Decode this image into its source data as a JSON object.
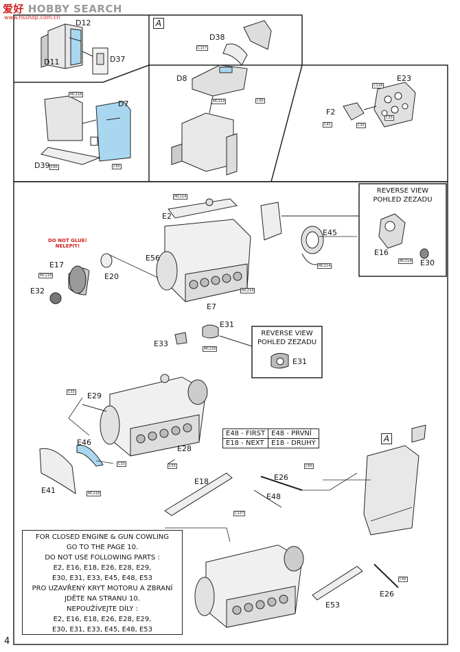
{
  "watermark": {
    "cn": "爱好",
    "en": "HOBBY SEARCH",
    "url": "www.hsshop.com.cn"
  },
  "page_number": "4",
  "step_marker": "A",
  "top_left": {
    "labels": [
      "D12",
      "D37",
      "D11"
    ]
  },
  "mid_left": {
    "labels": [
      "D7",
      "D39"
    ],
    "tags": [
      "MC218",
      "C60",
      "C60"
    ]
  },
  "step_a": {
    "labels": [
      "D38",
      "D8"
    ],
    "tags": [
      "C157",
      "MC214",
      "C60"
    ]
  },
  "top_right": {
    "labels": [
      "E23",
      "F2"
    ],
    "tags": [
      "C118",
      "C41",
      "C33",
      "C33"
    ]
  },
  "main": {
    "labels": {
      "e2": "E2",
      "e56": "E56",
      "e45": "E45",
      "e17": "E17",
      "e20": "E20",
      "e32": "E32",
      "e7": "E7",
      "e31": "E31",
      "e33": "E33",
      "e29": "E29",
      "e46": "E46",
      "e28": "E28",
      "e41": "E41",
      "e18": "E18",
      "e26a": "E26",
      "e48": "E48",
      "e26b": "E26",
      "e53": "E53",
      "e16": "E16",
      "e30": "E30"
    },
    "tags": {
      "mc214a": "MC214",
      "mc218a": "MC218",
      "mc214b": "MC214",
      "mc214c": "MC214",
      "mc214d": "MC214",
      "mc218b": "MC218",
      "c33a": "C33",
      "c33b": "C33",
      "c33c": "C33",
      "mc218c": "MC218",
      "c60a": "C60",
      "c137": "C137",
      "c60b": "C60"
    },
    "warning": [
      "DO NOT GLUE!",
      "NELEPIT!"
    ]
  },
  "reverse_view_1": {
    "line1": "REVERSE VIEW",
    "line2": "POHLED ZEZADU"
  },
  "reverse_view_2": {
    "line1": "REVERSE VIEW",
    "line2": "POHLED ZEZADU",
    "part": "E31"
  },
  "order_table": {
    "rows": [
      [
        "E48 - FIRST",
        "E48 - PRVNÍ"
      ],
      [
        "E18 - NEXT",
        "E18 - DRUHÝ"
      ]
    ]
  },
  "note_lines": [
    "FOR CLOSED ENGINE & GUN COWLING",
    "GO TO THE PAGE 10.",
    "DO NOT USE FOLLOWING PARTS :",
    "E2, E16, E18, E26, E28, E29,",
    "E30, E31, E33, E45, E48, E53",
    "PRO UZAVŘENÝ KRYT MOTORU A ZBRANÍ",
    "JDĚTE NA STRANU 10.",
    "NEPOUŽÍVEJTE DÍLY :",
    "E2, E16, E18, E26, E28, E29,",
    "E30, E31, E33, E45, E48, E53"
  ]
}
